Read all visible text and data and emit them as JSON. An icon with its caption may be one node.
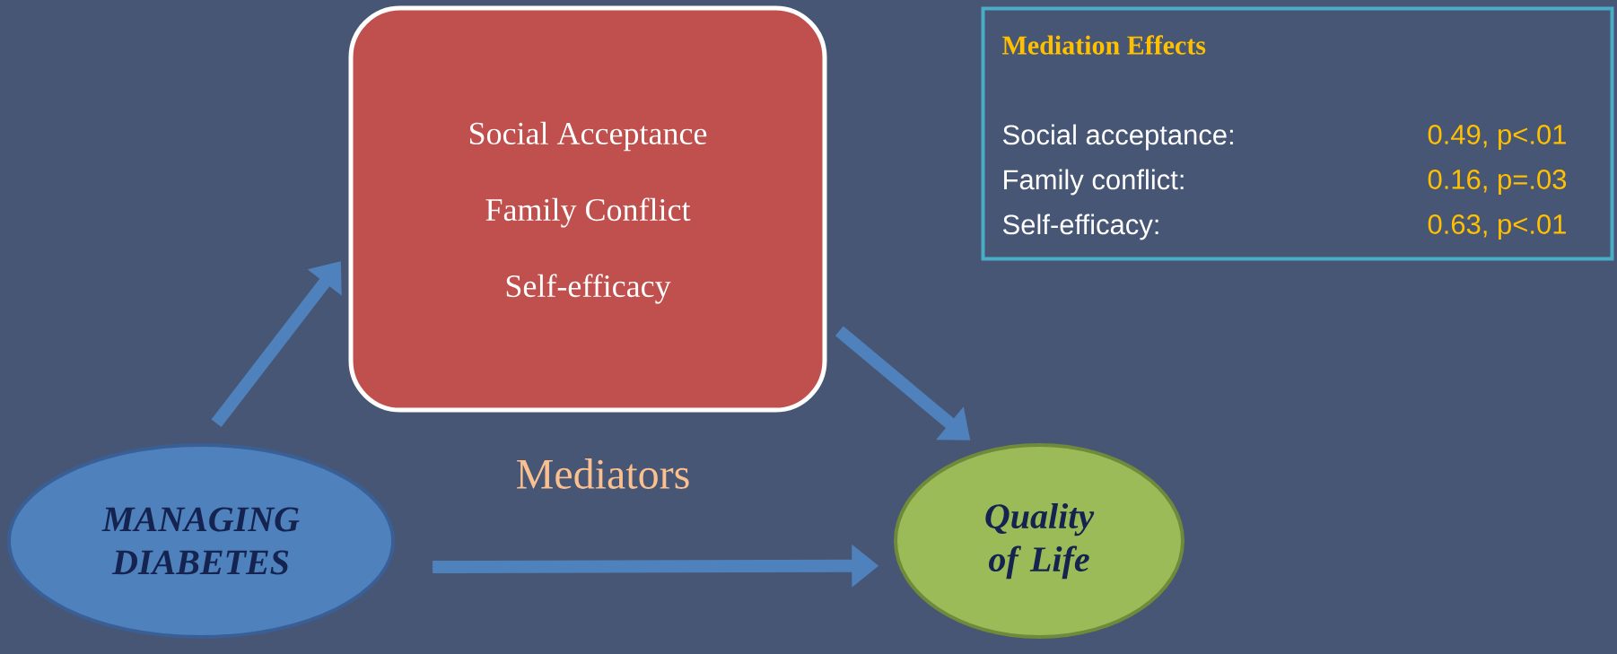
{
  "diagram": {
    "nodes": [
      {
        "text": [
          "Social Acceptance",
          "Family Conflict",
          "Self-efficacy"
        ],
        "beside": [
          "Mediators"
        ]
      },
      {
        "text": [
          "MANAGING DIABETES"
        ]
      },
      {
        "text": [
          "Quality of Life"
        ]
      },
      {
        "text": [
          "Mediation Effects",
          "Social acceptance:",
          "0.49, p<.01",
          "Family conflict:",
          "0.16, p=.03",
          "Self-efficacy:",
          "0.63, p<.01"
        ]
      }
    ],
    "edges": [
      {
        "from": 1,
        "to": 0,
        "arrow": "to"
      },
      {
        "from": 0,
        "to": 2,
        "arrow": "to"
      },
      {
        "from": 1,
        "to": 2,
        "arrow": "to"
      }
    ]
  }
}
